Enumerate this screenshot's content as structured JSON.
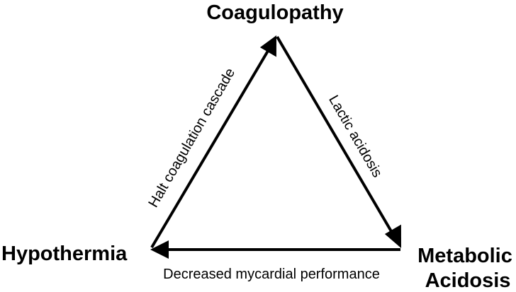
{
  "nodes": {
    "top": "Coagulopathy",
    "left": "Hypothermia",
    "right_line1": "Metabolic",
    "right_line2": "Acidosis"
  },
  "edges": {
    "left_to_top": "Halt coagulation cascade",
    "top_to_right": "Lactic acidosis",
    "right_to_left": "Decreased mycardial performance"
  },
  "colors": {
    "ink": "#000000",
    "background": "#ffffff"
  }
}
